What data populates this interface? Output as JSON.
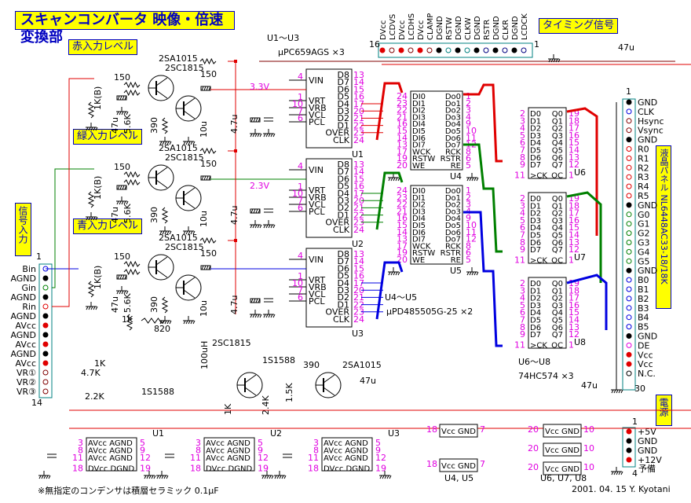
{
  "title": "スキャンコンバータ 映像・倍速変換部",
  "labels": {
    "red_level": "赤入力レベル",
    "red_level_prefix": "赤",
    "green_level": "緑入力レベル",
    "blue_level": "青入力レベル",
    "timing": "タイミング信号",
    "signal_input": "信号入力",
    "lcd_panel": "液晶パネル NL6448AC33-18/18K",
    "power": "電源"
  },
  "parts": {
    "adc": {
      "ref": "U1～U3",
      "part": "μPC659AGS ×3"
    },
    "fifo": {
      "ref": "U4～U5",
      "part": "μPD485505G-25 ×2"
    },
    "latch": {
      "ref": "U6～U8",
      "part": "74HC574 ×3"
    },
    "transistor_pnp": "2SA1015",
    "transistor_npn": "2SC1815",
    "diode": "1S1588"
  },
  "voltages": {
    "vrt1": "3.3V",
    "vrt2": "2.3V"
  },
  "values": {
    "r150": "150",
    "r1kb": "1K(B)",
    "c47u": "47u",
    "r56k": "5.6K",
    "r390": "390",
    "c10u": "10u",
    "c47u_v": "4.7u",
    "r820": "820",
    "r1k": "1K",
    "l100uh": "100uH",
    "r47k": "4.7K",
    "r22k": "2.2K",
    "r24k": "2.4K",
    "r15k": "1.5K"
  },
  "adc_pins": {
    "left": [
      {
        "pin": "4",
        "name": "VIN"
      },
      {
        "pin": "1",
        "name": "VRT"
      },
      {
        "pin": "10",
        "name": "VRB"
      },
      {
        "pin": "7",
        "name": "VCL"
      },
      {
        "pin": "6",
        "name": "PCL"
      }
    ],
    "right": [
      {
        "pin": "13",
        "name": "D8"
      },
      {
        "pin": "14",
        "name": "D7"
      },
      {
        "pin": "15",
        "name": "D6"
      },
      {
        "pin": "16",
        "name": "D5"
      },
      {
        "pin": "17",
        "name": "D4"
      },
      {
        "pin": "20",
        "name": "D3"
      },
      {
        "pin": "21",
        "name": "D2"
      },
      {
        "pin": "22",
        "name": "D1"
      },
      {
        "pin": "23",
        "name": "OVER"
      },
      {
        "pin": "24",
        "name": "CLK"
      }
    ],
    "names": [
      "U1",
      "U2",
      "U3"
    ]
  },
  "fifo_pins": {
    "left": [
      {
        "pin": "24",
        "name": "DI0"
      },
      {
        "pin": "23",
        "name": "DI1"
      },
      {
        "pin": "22",
        "name": "DI2"
      },
      {
        "pin": "21",
        "name": "DI3"
      },
      {
        "pin": "16",
        "name": "DI4"
      },
      {
        "pin": "15",
        "name": "DI5"
      },
      {
        "pin": "14",
        "name": "DI6"
      },
      {
        "pin": "13",
        "name": "DI7"
      },
      {
        "pin": "17",
        "name": "WCK"
      },
      {
        "pin": "19",
        "name": "RSTW"
      },
      {
        "pin": "20",
        "name": "WE"
      }
    ],
    "right": [
      {
        "pin": "1",
        "name": "Do0"
      },
      {
        "pin": "2",
        "name": "Do1"
      },
      {
        "pin": "3",
        "name": "Do2"
      },
      {
        "pin": "4",
        "name": "Do3"
      },
      {
        "pin": "9",
        "name": "Do4"
      },
      {
        "pin": "10",
        "name": "Do5"
      },
      {
        "pin": "11",
        "name": "Do6"
      },
      {
        "pin": "12",
        "name": "Do7"
      },
      {
        "pin": "8",
        "name": "RCK"
      },
      {
        "pin": "6",
        "name": "RSTR"
      },
      {
        "pin": "5",
        "name": "RE"
      }
    ],
    "names": [
      "U4",
      "U5"
    ]
  },
  "latch_pins": {
    "left": [
      {
        "pin": "2",
        "name": "D0"
      },
      {
        "pin": "3",
        "name": "D1"
      },
      {
        "pin": "4",
        "name": "D2"
      },
      {
        "pin": "5",
        "name": "D3"
      },
      {
        "pin": "6",
        "name": "D4"
      },
      {
        "pin": "7",
        "name": "D5"
      },
      {
        "pin": "8",
        "name": "D6"
      },
      {
        "pin": "9",
        "name": "D7"
      },
      {
        "pin": "11",
        "name": "CK"
      }
    ],
    "right": [
      {
        "pin": "19",
        "name": "Q0"
      },
      {
        "pin": "18",
        "name": "Q1"
      },
      {
        "pin": "17",
        "name": "Q2"
      },
      {
        "pin": "16",
        "name": "Q3"
      },
      {
        "pin": "15",
        "name": "Q4"
      },
      {
        "pin": "14",
        "name": "Q5"
      },
      {
        "pin": "13",
        "name": "Q6"
      },
      {
        "pin": "12",
        "name": "Q7"
      },
      {
        "pin": "1",
        "name": "OC"
      }
    ],
    "names": [
      "U6",
      "U7",
      "U8"
    ]
  },
  "timing_connector": {
    "first": "16",
    "last": "1",
    "pins": [
      {
        "name": "DVcc",
        "color": "#e00000"
      },
      {
        "name": "LCDVS",
        "color": "#800000"
      },
      {
        "name": "DVcc",
        "color": "#e00000"
      },
      {
        "name": "LCDHS",
        "color": "#800000"
      },
      {
        "name": "DVcc",
        "color": "#e00000"
      },
      {
        "name": "CLAMP",
        "color": "#800000"
      },
      {
        "name": "DGND",
        "color": "#000000"
      },
      {
        "name": "RSTW",
        "color": "#008080"
      },
      {
        "name": "DGND",
        "color": "#000000"
      },
      {
        "name": "CLKW",
        "color": "#008080"
      },
      {
        "name": "DGND",
        "color": "#000000"
      },
      {
        "name": "RSTR",
        "color": "#000080"
      },
      {
        "name": "DGND",
        "color": "#000000"
      },
      {
        "name": "CLKR",
        "color": "#000080"
      },
      {
        "name": "DGND",
        "color": "#000000"
      },
      {
        "name": "LCDCK",
        "color": "#000080"
      }
    ]
  },
  "input_connector": {
    "first": "1",
    "last": "14",
    "pins": [
      {
        "name": "Bin",
        "color": "#0000e0"
      },
      {
        "name": "AGND",
        "color": "#000000"
      },
      {
        "name": "Gin",
        "color": "#008000"
      },
      {
        "name": "AGND",
        "color": "#000000"
      },
      {
        "name": "Rin",
        "color": "#e00000"
      },
      {
        "name": "AGND",
        "color": "#000000"
      },
      {
        "name": "AVcc",
        "color": "#e00000"
      },
      {
        "name": "AGND",
        "color": "#000000"
      },
      {
        "name": "AVcc",
        "color": "#e00000"
      },
      {
        "name": "AGND",
        "color": "#000000"
      },
      {
        "name": "AVcc",
        "color": "#e00000"
      },
      {
        "name": "VR①",
        "color": "#800000"
      },
      {
        "name": "VR②",
        "color": "#800000"
      },
      {
        "name": "VR③",
        "color": "#800000"
      }
    ]
  },
  "lcd_connector": {
    "first": "1",
    "last": "30",
    "pins": [
      {
        "name": "GND",
        "color": "#000000"
      },
      {
        "name": "CLK",
        "color": "#0000e0"
      },
      {
        "name": "Hsync",
        "color": "#800000"
      },
      {
        "name": "Vsync",
        "color": "#800000"
      },
      {
        "name": "GND",
        "color": "#000000"
      },
      {
        "name": "R0",
        "color": "#e00000"
      },
      {
        "name": "R1",
        "color": "#e00000"
      },
      {
        "name": "R2",
        "color": "#e00000"
      },
      {
        "name": "R3",
        "color": "#e00000"
      },
      {
        "name": "R4",
        "color": "#e00000"
      },
      {
        "name": "R5",
        "color": "#e00000"
      },
      {
        "name": "GND",
        "color": "#000000"
      },
      {
        "name": "G0",
        "color": "#008000"
      },
      {
        "name": "G1",
        "color": "#008000"
      },
      {
        "name": "G2",
        "color": "#008000"
      },
      {
        "name": "G3",
        "color": "#008000"
      },
      {
        "name": "G4",
        "color": "#008000"
      },
      {
        "name": "G5",
        "color": "#008000"
      },
      {
        "name": "GND",
        "color": "#000000"
      },
      {
        "name": "B0",
        "color": "#0000e0"
      },
      {
        "name": "B1",
        "color": "#0000e0"
      },
      {
        "name": "B2",
        "color": "#0000e0"
      },
      {
        "name": "B3",
        "color": "#0000e0"
      },
      {
        "name": "B4",
        "color": "#0000e0"
      },
      {
        "name": "B5",
        "color": "#0000e0"
      },
      {
        "name": "GND",
        "color": "#000000"
      },
      {
        "name": "DE",
        "color": "#e000e0"
      },
      {
        "name": "Vcc",
        "color": "#e00000"
      },
      {
        "name": "Vcc",
        "color": "#e00000"
      },
      {
        "name": "N.C.",
        "color": "#000000"
      }
    ]
  },
  "power_connector": {
    "first": "1",
    "last": "4",
    "pins": [
      {
        "name": "+5V",
        "color": "#e00000"
      },
      {
        "name": "GND",
        "color": "#000000"
      },
      {
        "name": "GND",
        "color": "#000000"
      },
      {
        "name": "+12V",
        "color": "#e00000"
      }
    ],
    "spare": "予備"
  },
  "power_blocks": {
    "adc_rows": [
      {
        "l": "3",
        "ln": "AVcc",
        "rn": "AGND",
        "r": "5"
      },
      {
        "l": "8",
        "ln": "AVcc",
        "rn": "AGND",
        "r": "9"
      },
      {
        "l": "11",
        "ln": "AVcc",
        "rn": "AGND",
        "r": "12"
      },
      {
        "l": "18",
        "ln": "DVcc",
        "rn": "DGND",
        "r": "19"
      }
    ],
    "fifo": {
      "l": "18",
      "ln": "Vcc",
      "rn": "GND",
      "r": "7",
      "label": "U4, U5"
    },
    "latch": {
      "l": "20",
      "ln": "Vcc",
      "rn": "GND",
      "r": "10",
      "label": "U6, U7, U8"
    }
  },
  "footer": {
    "note": "※無指定のコンデンサは積層セラミック 0.1μF",
    "credit": "2001. 04. 15 Y. Kyotani"
  },
  "colors": {
    "red": "#e00000",
    "green": "#008000",
    "blue": "#0000e0",
    "teal": "#008080",
    "navy": "#000080",
    "maroon": "#800000",
    "magenta": "#e000e0",
    "label_bg": "#ffff00"
  }
}
